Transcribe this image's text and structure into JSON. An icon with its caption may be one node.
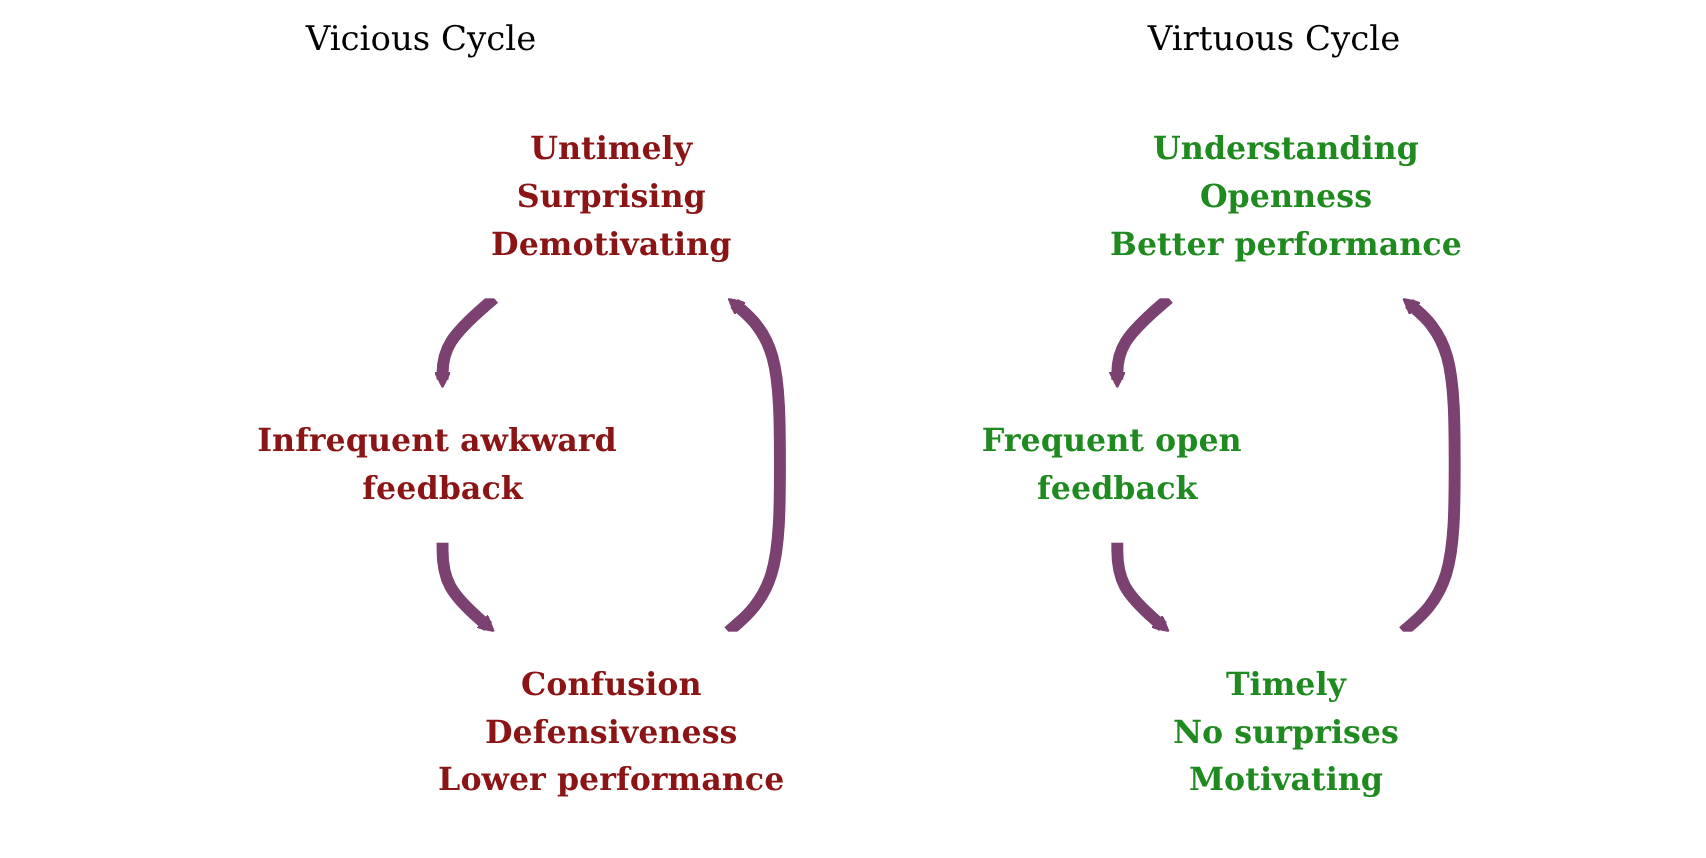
{
  "diagram": {
    "nodes": [
      {
        "text": [
          "Untimely",
          "Surprising",
          "Demotivating"
        ]
      },
      {
        "text": [
          "Infrequent awkward feedback"
        ]
      },
      {
        "text": [
          "Confusion",
          "Defensiveness",
          "Lower performance"
        ]
      },
      {
        "text": [
          "Understanding",
          "Openness",
          "Better performance"
        ]
      },
      {
        "text": [
          "Frequent open feedback"
        ]
      },
      {
        "text": [
          "Timely",
          "No surprises",
          "Motivating"
        ]
      }
    ],
    "edges": [
      {
        "from": 0,
        "to": 1,
        "arrow": "to"
      },
      {
        "from": 1,
        "to": 2,
        "arrow": "to"
      },
      {
        "from": 2,
        "to": 0,
        "arrow": "to"
      },
      {
        "from": 3,
        "to": 4,
        "arrow": "to"
      },
      {
        "from": 4,
        "to": 5,
        "arrow": "to"
      },
      {
        "from": 5,
        "to": 3,
        "arrow": "to"
      }
    ],
    "labels": [
      "Vicious Cycle",
      "Virtuous Cycle"
    ]
  }
}
